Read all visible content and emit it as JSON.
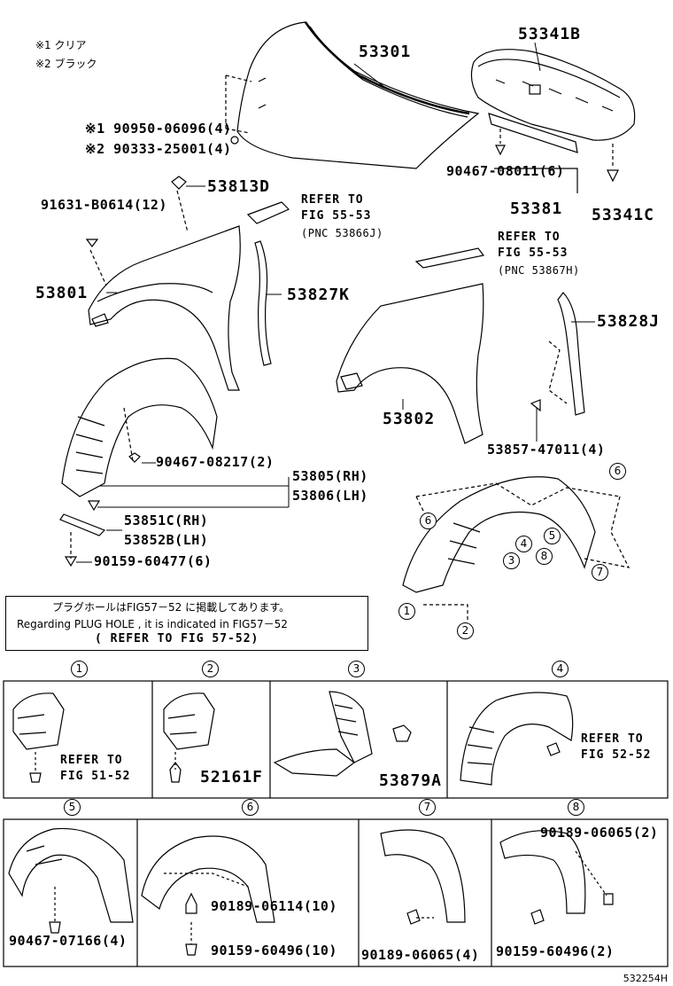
{
  "legend": {
    "note1": "※1 クリア",
    "note2": "※2 ブラック"
  },
  "parts": {
    "p53301": "53301",
    "p53341B": "53341B",
    "n1_90950": "※1 90950-06096(4)",
    "n2_90333": "※2 90333-25001(4)",
    "p90467_08011": "90467-08011(6)",
    "p53381": "53381",
    "p53341C": "53341C",
    "p53813D": "53813D",
    "p91631": "91631-B0614(12)",
    "p53801": "53801",
    "p53827K": "53827K",
    "p53828J": "53828J",
    "p53802": "53802",
    "p53857": "53857-47011(4)",
    "p90467_08217": "90467-08217(2)",
    "p53805": "53805(RH)",
    "p53806": "53806(LH)",
    "p53851C": "53851C(RH)",
    "p53852B": "53852B(LH)",
    "p90159_60477": "90159-60477(6)",
    "p52161F": "52161F",
    "p53879A": "53879A",
    "p90467_07166": "90467-07166(4)",
    "p90189_06114": "90189-06114(10)",
    "p90159_60496_10": "90159-60496(10)",
    "p90189_06065_4": "90189-06065(4)",
    "p90189_06065_2": "90189-06065(2)",
    "p90159_60496_2": "90159-60496(2)"
  },
  "refs": {
    "r1_a": "REFER TO",
    "r1_b": "FIG 55-53",
    "r1_c": "(PNC 53866J)",
    "r2_a": "REFER TO",
    "r2_b": "FIG 55-53",
    "r2_c": "(PNC 53867H)",
    "r3_a": "REFER TO",
    "r3_b": "FIG 51-52",
    "r4_a": "REFER TO",
    "r4_b": "FIG 52-52"
  },
  "note": {
    "jp": "プラグホールはFIG57－52 に掲載してあります。",
    "en": "Regarding PLUG HOLE , it is indicated in FIG57－52",
    "ref": "(  REFER TO FIG 57-52)"
  },
  "circles": [
    "1",
    "2",
    "3",
    "4",
    "5",
    "6",
    "7",
    "8"
  ],
  "footer": "532254H"
}
